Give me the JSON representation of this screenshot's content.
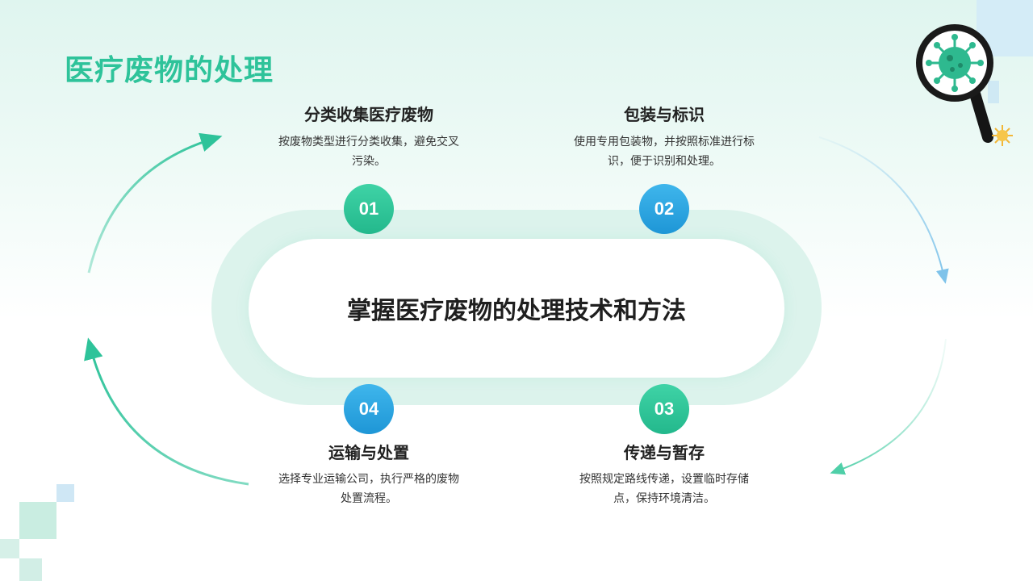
{
  "page_title": "医疗废物的处理",
  "center_text": "掌握医疗废物的处理技术和方法",
  "steps": [
    {
      "num": "01",
      "title": "分类收集医疗废物",
      "desc": "按废物类型进行分类收集，避免交叉污染。"
    },
    {
      "num": "02",
      "title": "包装与标识",
      "desc": "使用专用包装物，并按照标准进行标识，便于识别和处理。"
    },
    {
      "num": "03",
      "title": "传递与暂存",
      "desc": "按照规定路线传递，设置临时存储点，保持环境清洁。"
    },
    {
      "num": "04",
      "title": "运输与处置",
      "desc": "选择专业运输公司，执行严格的废物处置流程。"
    }
  ],
  "colors": {
    "green": "#2ec39a",
    "blue": "#2aa6e2",
    "title_green": "#2ec39a"
  },
  "icons": [
    "magnifier-virus-icon",
    "sun-icon"
  ]
}
